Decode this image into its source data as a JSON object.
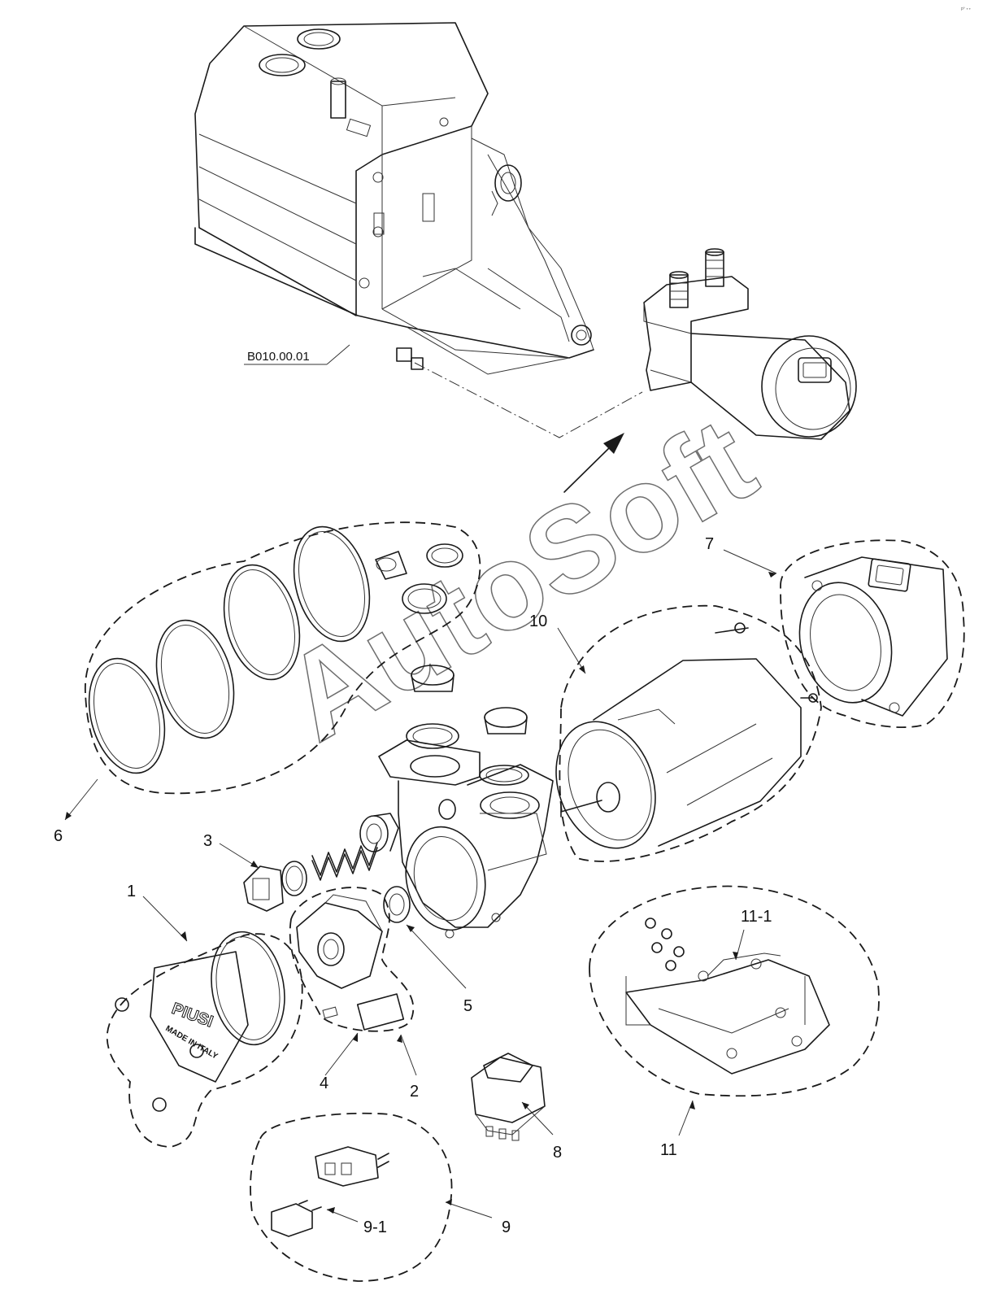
{
  "reference": "B010.00.01",
  "watermark": "AutoSoft",
  "corner_mark": "pº ∘∘",
  "callouts": [
    {
      "id": "1",
      "label": "1"
    },
    {
      "id": "2",
      "label": "2"
    },
    {
      "id": "3",
      "label": "3"
    },
    {
      "id": "4",
      "label": "4"
    },
    {
      "id": "5",
      "label": "5"
    },
    {
      "id": "6",
      "label": "6"
    },
    {
      "id": "7",
      "label": "7"
    },
    {
      "id": "8",
      "label": "8"
    },
    {
      "id": "9",
      "label": "9"
    },
    {
      "id": "9-1",
      "label": "9-1"
    },
    {
      "id": "10",
      "label": "10"
    },
    {
      "id": "11",
      "label": "11"
    },
    {
      "id": "11-1",
      "label": "11-1"
    }
  ],
  "pump_logo": {
    "brand": "PIUSI",
    "text": "MADE IN ITALY"
  }
}
